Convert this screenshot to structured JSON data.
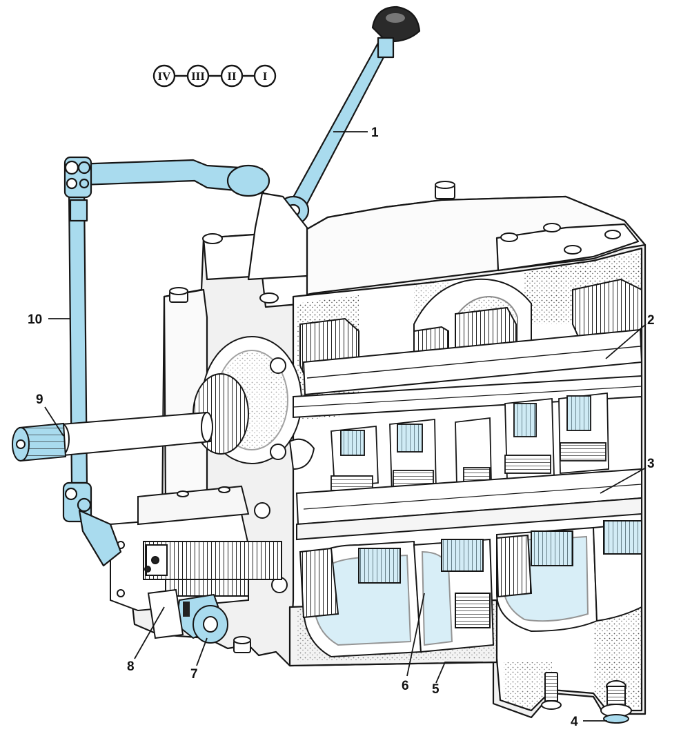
{
  "gear_positions": [
    "IV",
    "III",
    "II",
    "I"
  ],
  "callouts": {
    "c1": "1",
    "c2": "2",
    "c3": "3",
    "c4": "4",
    "c5": "5",
    "c6": "6",
    "c7": "7",
    "c8": "8",
    "c9": "9",
    "c10": "10"
  },
  "colors": {
    "highlight": "#a9dbee",
    "line": "#161616",
    "housing": "#f1f1f1"
  }
}
